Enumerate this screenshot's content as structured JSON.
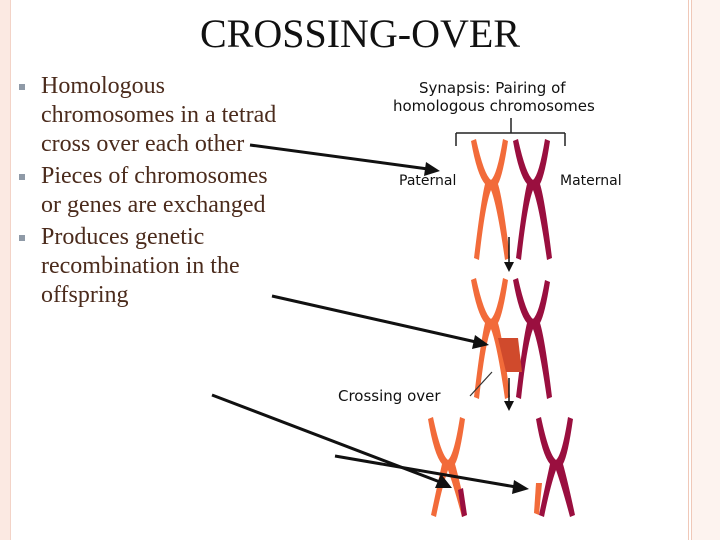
{
  "title": "CROSSING-OVER",
  "bullets": [
    "Homologous chromosomes in a tetrad cross over each other",
    "Pieces of chromosomes or genes are exchanged",
    "Produces genetic recombination in the offspring"
  ],
  "diagram": {
    "synapsis_line1": "Synapsis: Pairing of",
    "synapsis_line2": "homologous chromosomes",
    "paternal_label": "Paternal",
    "maternal_label": "Maternal",
    "crossing_label": "Crossing over"
  },
  "colors": {
    "paternal": "#f26b3a",
    "maternal": "#9a0f3f",
    "text": "#4b2b1c",
    "bullet": "#8f9aa7"
  }
}
